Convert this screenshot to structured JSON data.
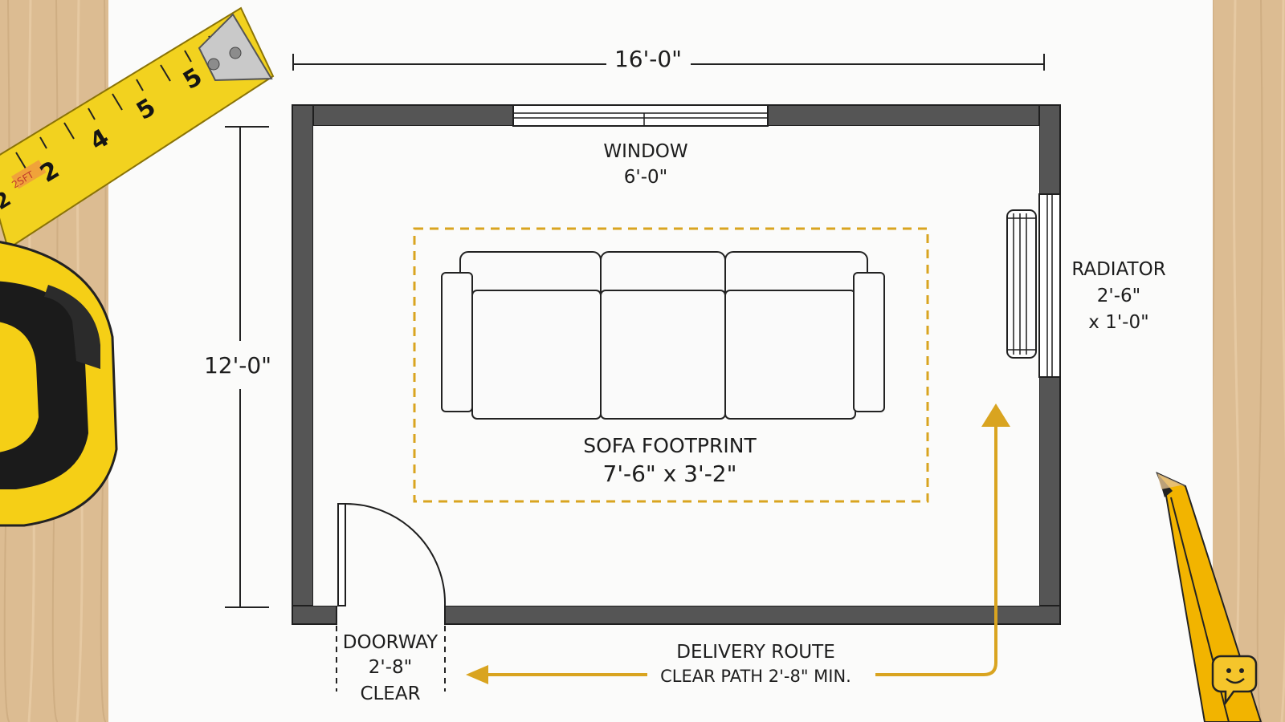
{
  "dimensions": {
    "width": "16'-0\"",
    "height": "12'-0\""
  },
  "window": {
    "label": "WINDOW",
    "size": "6'-0\""
  },
  "radiator": {
    "label": "RADIATOR",
    "size_line1": "2'-6\"",
    "size_line2": "x 1'-0\""
  },
  "sofa": {
    "label": "SOFA FOOTPRINT",
    "size": "7'-6\"  x 3'-2\""
  },
  "doorway": {
    "label": "DOORWAY",
    "size": "2'-8\"",
    "note": "CLEAR"
  },
  "route": {
    "label": "DELIVERY ROUTE",
    "note": "CLEAR PATH 2'-8\" MIN."
  },
  "tape_measure": {
    "markings": [
      "2",
      "2",
      "4",
      "5",
      "5"
    ],
    "badge": "2SFT"
  },
  "colors": {
    "wall": "#555555",
    "accent": "#d9a420",
    "paper": "#fbfbfa",
    "tape": "#f2d21f"
  },
  "icons": [
    "tape-measure-icon",
    "pencil-icon",
    "smiley-chat-icon"
  ]
}
